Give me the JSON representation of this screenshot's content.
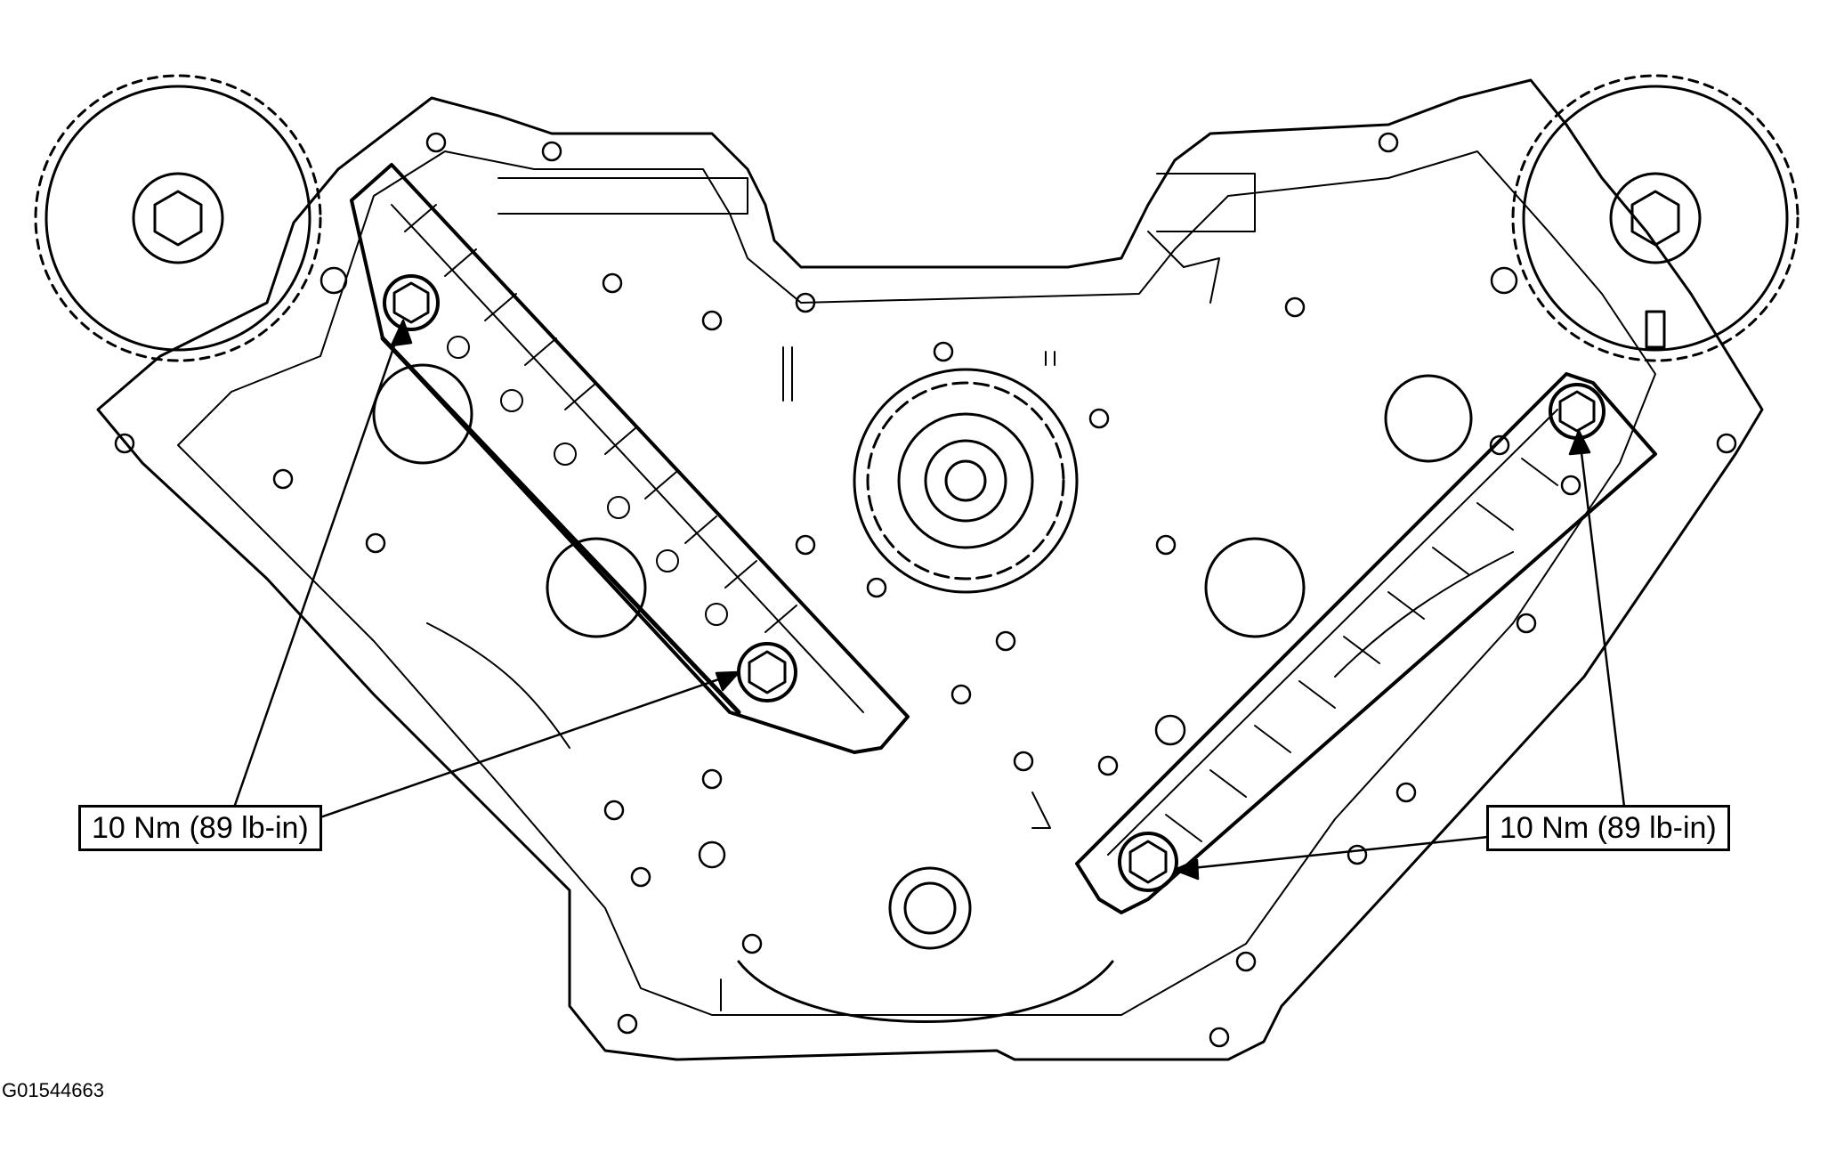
{
  "figure_id": "G01544663",
  "callouts": {
    "left": "10 Nm (89 lb-in)",
    "right": "10 Nm (89 lb-in)"
  },
  "colors": {
    "line": "#000000",
    "background": "#ffffff"
  }
}
